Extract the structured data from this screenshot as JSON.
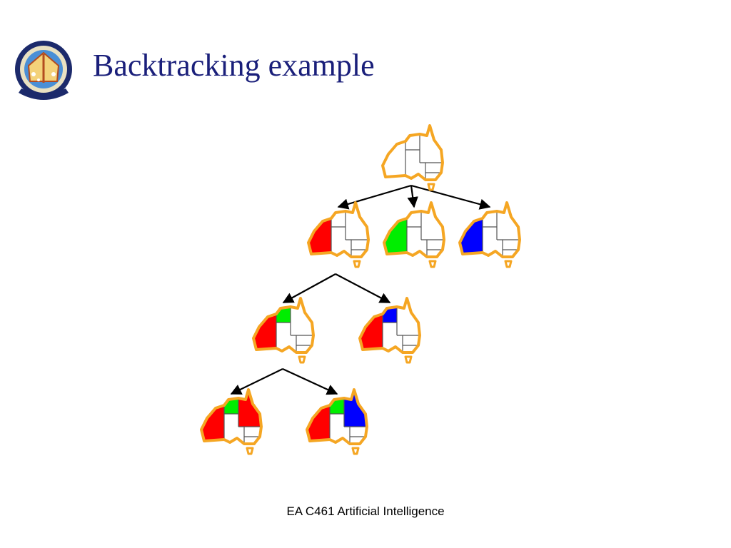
{
  "slide": {
    "title": "Backtracking example",
    "footer": "EA C461 Artificial Intelligence"
  },
  "colors": {
    "title": "#1a1f7a",
    "outline": "#f5a623",
    "red": "#ff0000",
    "green": "#00ee00",
    "blue": "#0000ff",
    "uncolored": "#ffffff",
    "arrow": "#000000"
  },
  "logo": {
    "icon": "institute-emblem-icon"
  },
  "search_tree": {
    "regions": [
      "WA",
      "NT",
      "Q",
      "NSW",
      "V",
      "SA",
      "T"
    ],
    "nodes": [
      {
        "id": "root",
        "assignment": {}
      },
      {
        "id": "wa-red",
        "assignment": {
          "WA": "red"
        }
      },
      {
        "id": "wa-green",
        "assignment": {
          "WA": "green"
        }
      },
      {
        "id": "wa-blue",
        "assignment": {
          "WA": "blue"
        }
      },
      {
        "id": "wa-red-nt-green",
        "assignment": {
          "WA": "red",
          "NT": "green"
        }
      },
      {
        "id": "wa-red-nt-blue",
        "assignment": {
          "WA": "red",
          "NT": "blue"
        }
      },
      {
        "id": "wa-red-nt-green-q-red",
        "assignment": {
          "WA": "red",
          "NT": "green",
          "Q": "red"
        }
      },
      {
        "id": "wa-red-nt-green-q-blue",
        "assignment": {
          "WA": "red",
          "NT": "green",
          "Q": "blue"
        }
      }
    ],
    "edges": [
      [
        "root",
        "wa-red"
      ],
      [
        "root",
        "wa-green"
      ],
      [
        "root",
        "wa-blue"
      ],
      [
        "wa-red",
        "wa-red-nt-green"
      ],
      [
        "wa-red",
        "wa-red-nt-blue"
      ],
      [
        "wa-red-nt-green",
        "wa-red-nt-green-q-red"
      ],
      [
        "wa-red-nt-green",
        "wa-red-nt-green-q-blue"
      ]
    ]
  }
}
